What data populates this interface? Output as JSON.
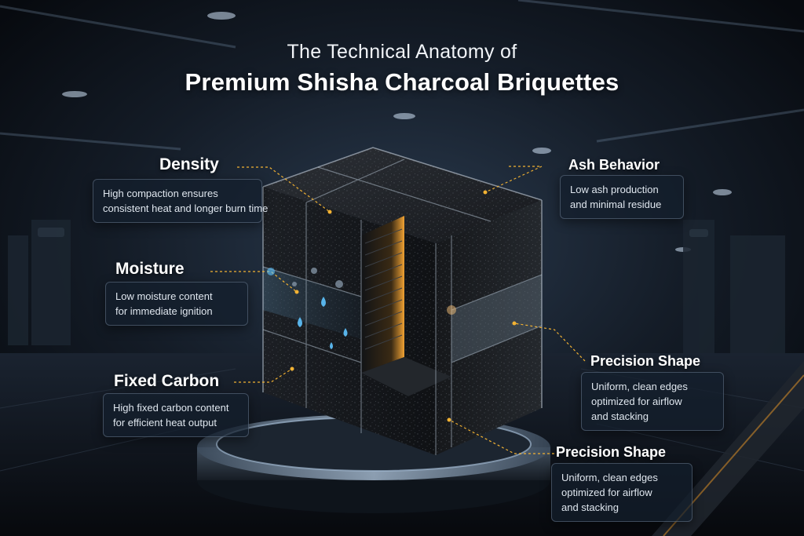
{
  "title": {
    "line1": "The  Technical Anatomy of",
    "line2": "Premium Shisha Charcoal Briquettes"
  },
  "callouts": {
    "density": {
      "heading": "Density",
      "lines": [
        "High compaction ensures",
        "consistent heat and longer burn time"
      ]
    },
    "ash": {
      "heading": "Ash Behavior",
      "lines": [
        "Low ash production",
        "and minimal residue"
      ]
    },
    "moisture": {
      "heading": "Moisture",
      "lines": [
        "Low moisture content",
        "for immediate ignition"
      ]
    },
    "fixed_carbon": {
      "heading": "Fixed Carbon",
      "lines": [
        "High fixed carbon content",
        "for efficient heat output"
      ]
    },
    "precision_1": {
      "heading": "Precision Shape",
      "lines": [
        "Uniform, clean edges",
        "optimized for airflow",
        "and stacking"
      ]
    },
    "precision_2": {
      "heading": "Precision Shape",
      "lines": [
        "Uniform, clean edges",
        "optimized for airflow",
        "and stacking"
      ]
    }
  },
  "colors": {
    "accent": "#f2b233",
    "water": "#5fc4ff"
  }
}
